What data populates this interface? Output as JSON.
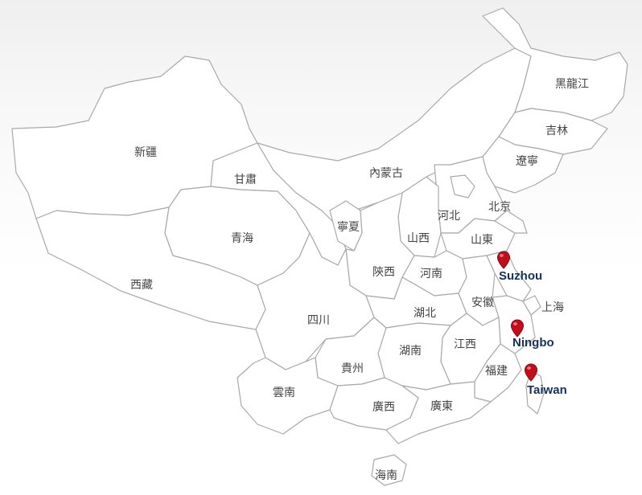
{
  "provinces": {
    "xinjiang": "新疆",
    "xizang": "西藏",
    "qinghai": "青海",
    "gansu": "甘肅",
    "neimenggu": "內蒙古",
    "heilongjiang": "黑龍江",
    "jilin": "吉林",
    "liaoning": "遼寧",
    "beijing": "北京",
    "hebei": "河北",
    "shanxi": "山西",
    "shandong": "山東",
    "ningxia": "寧夏",
    "shaanxi": "陝西",
    "henan": "河南",
    "sichuan": "四川",
    "hubei": "湖北",
    "anhui": "安徽",
    "shanghai": "上海",
    "jiangxi": "江西",
    "hunan": "湖南",
    "guizhou": "貴州",
    "fujian": "福建",
    "yunnan": "雲南",
    "guangxi": "廣西",
    "guangdong": "廣東",
    "hainan": "海南"
  },
  "markers": {
    "suzhou": "Suzhou",
    "ningbo": "Ningbo",
    "taiwan": "Taiwan"
  },
  "colors": {
    "marker": "#c40c1b",
    "marker_label": "#14305e",
    "border": "#a9a9a9"
  }
}
